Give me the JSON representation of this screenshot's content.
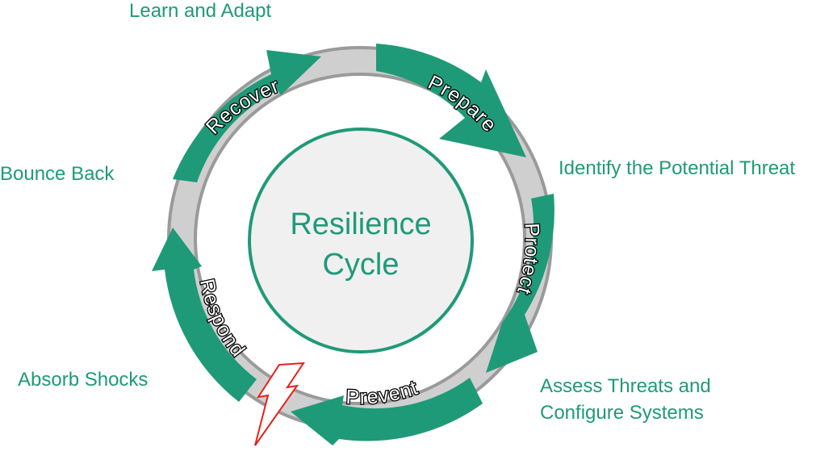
{
  "center": {
    "line1": "Resilience",
    "line2": "Cycle"
  },
  "phases": {
    "prepare": "Prepare",
    "protect": "Protect",
    "prevent": "Prevent",
    "respond": "Respond",
    "recover": "Recover"
  },
  "outer_labels": {
    "learn_adapt": "Learn and Adapt",
    "identify": "Identify the Potential Threat",
    "assess_line1": "Assess Threats and",
    "assess_line2": "Configure Systems",
    "absorb": "Absorb Shocks",
    "bounce": "Bounce Back"
  },
  "colors": {
    "accent": "#1f9a78",
    "ring": "#cfcfcf",
    "ring_border": "#9a9a9a",
    "center_fill": "#f0f0f0",
    "shock": "#e8201c"
  }
}
